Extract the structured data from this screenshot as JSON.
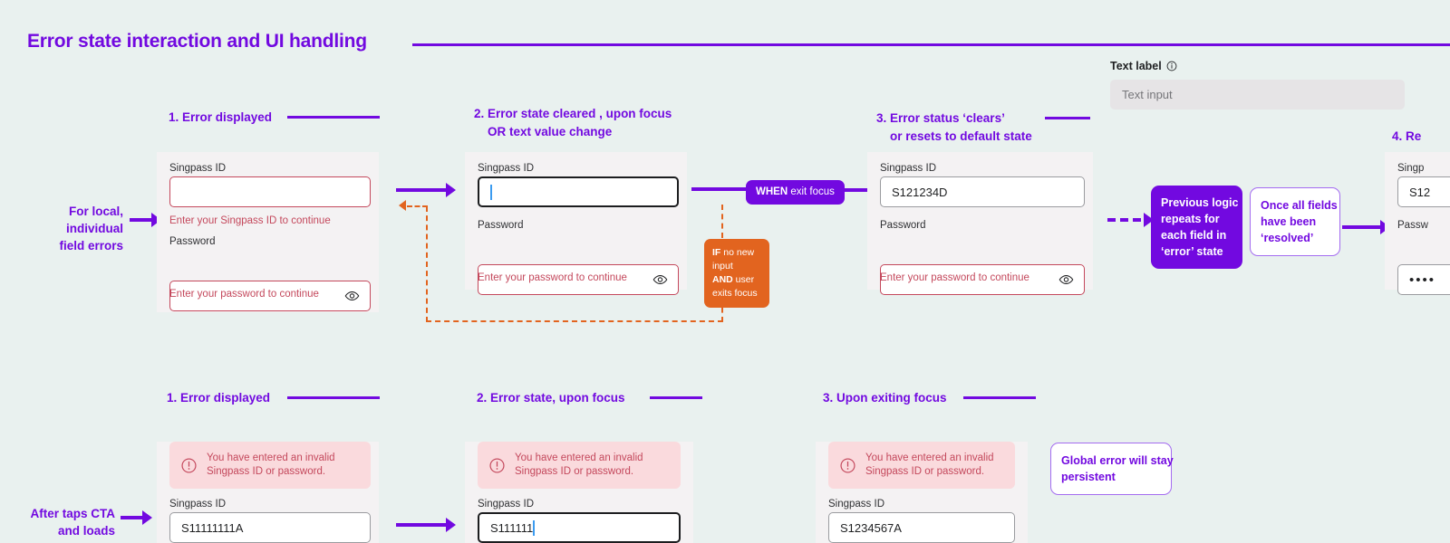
{
  "page": {
    "title": "Error state interaction and UI handling",
    "accent": "#7209e0",
    "bg": "#e9f1ef",
    "error_color": "#c4485c",
    "orange": "#e2641f",
    "card_bg": "#f4f2f3"
  },
  "text_label_demo": {
    "label": "Text label",
    "info_icon": "info-circle-icon",
    "input_placeholder": "Text input"
  },
  "row1": {
    "side_note": "For local,\nindividual\nfield errors",
    "steps": [
      {
        "heading": "1. Error displayed"
      },
      {
        "heading": "2. Error state cleared , upon focus\n    OR text value change"
      },
      {
        "heading": "3. Error status ‘clears’\n    or resets to default state"
      },
      {
        "heading": "4. Re"
      }
    ],
    "cards": [
      {
        "id": "row1-card1",
        "singpass_label": "Singpass ID",
        "singpass_value": "",
        "singpass_state": "error",
        "singpass_error": "Enter your Singpass ID to continue",
        "password_label": "Password",
        "password_value": "",
        "password_state": "error",
        "password_error": "Enter your password to continue",
        "eye_icon": "eye-icon"
      },
      {
        "id": "row1-card2",
        "singpass_label": "Singpass ID",
        "singpass_value": "",
        "singpass_state": "focus",
        "singpass_error": "",
        "password_label": "Password",
        "password_value": "",
        "password_state": "error",
        "password_error": "Enter your password to continue",
        "eye_icon": "eye-icon"
      },
      {
        "id": "row1-card3",
        "singpass_label": "Singpass ID",
        "singpass_value": "S121234D",
        "singpass_state": "normal",
        "singpass_error": "",
        "password_label": "Password",
        "password_value": "",
        "password_state": "error",
        "password_error": "Enter your password to continue",
        "eye_icon": "eye-icon"
      },
      {
        "id": "row1-card4",
        "singpass_label": "Singp",
        "singpass_value": "S12",
        "singpass_state": "normal",
        "password_label": "Passw",
        "password_value": "••••",
        "password_state": "normal"
      }
    ],
    "badge_when": {
      "strong": "WHEN",
      "rest": " exit focus"
    },
    "orange_note": {
      "l1_b": "IF",
      "l1": " no new",
      "l2": "input",
      "l3_b": "AND",
      "l3": " user",
      "l4": "exits focus"
    },
    "note_repeat": "Previous logic\nrepeats for\neach field in\n‘error’ state",
    "note_resolved": "Once all fields\nhave been\n‘resolved’"
  },
  "row2": {
    "side_note": "After taps CTA\nand loads",
    "steps": [
      {
        "heading": "1. Error displayed"
      },
      {
        "heading": "2. Error state, upon focus"
      },
      {
        "heading": "3. Upon exiting focus"
      }
    ],
    "global_error": {
      "icon": "alert-circle-icon",
      "line1": "You have entered an invalid",
      "line2": "Singpass ID or password."
    },
    "cards": [
      {
        "id": "row2-card1",
        "singpass_label": "Singpass ID",
        "singpass_value": "S11111111A",
        "singpass_state": "normal"
      },
      {
        "id": "row2-card2",
        "singpass_label": "Singpass ID",
        "singpass_value": "S111111",
        "singpass_state": "focus"
      },
      {
        "id": "row2-card3",
        "singpass_label": "Singpass ID",
        "singpass_value": "S1234567A",
        "singpass_state": "normal"
      }
    ],
    "note_persistent": "Global error will stay\npersistent"
  }
}
